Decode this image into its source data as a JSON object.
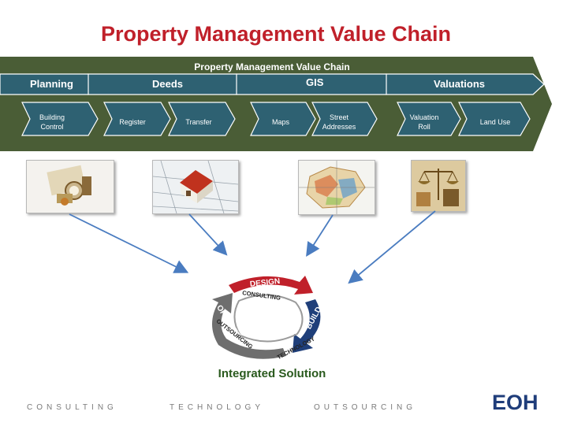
{
  "title": "Property Management Value Chain",
  "band_title": "Property Management Value Chain",
  "stages": [
    {
      "label": "Planning",
      "subs": [
        [
          "Building",
          "Control"
        ]
      ]
    },
    {
      "label": "Deeds",
      "subs": [
        [
          "Register"
        ],
        [
          "Transfer"
        ]
      ]
    },
    {
      "label": "GIS",
      "subs": [
        [
          "Maps"
        ],
        [
          "Street",
          "Addresses"
        ]
      ]
    },
    {
      "label": "Valuations",
      "subs": [
        [
          "Valuation",
          "Roll"
        ],
        [
          "Land Use"
        ]
      ]
    }
  ],
  "images": [
    {
      "name": "planning-tools-photo"
    },
    {
      "name": "house-on-blueprints-photo"
    },
    {
      "name": "gis-map-photo"
    },
    {
      "name": "valuation-scales-photo"
    }
  ],
  "cycle": {
    "outer": [
      "DESIGN",
      "BUILD",
      "OPERATE"
    ],
    "inner": [
      "CONSULTING",
      "TECHNOLOGY",
      "OUTSOURCING"
    ]
  },
  "integrated_label": "Integrated Solution",
  "footer": {
    "words": [
      "CONSULTING",
      "TECHNOLOGY",
      "OUTSOURCING"
    ],
    "logo": "EOH"
  },
  "colors": {
    "title": "#c0202a",
    "band": "#4a5d36",
    "chevron": "#2e6172",
    "cycle_red": "#c0202a",
    "cycle_blue": "#1f3f7a",
    "cycle_gray": "#6e6e6e",
    "arrow": "#4a7cc0",
    "logo": "#1f3d7a"
  }
}
